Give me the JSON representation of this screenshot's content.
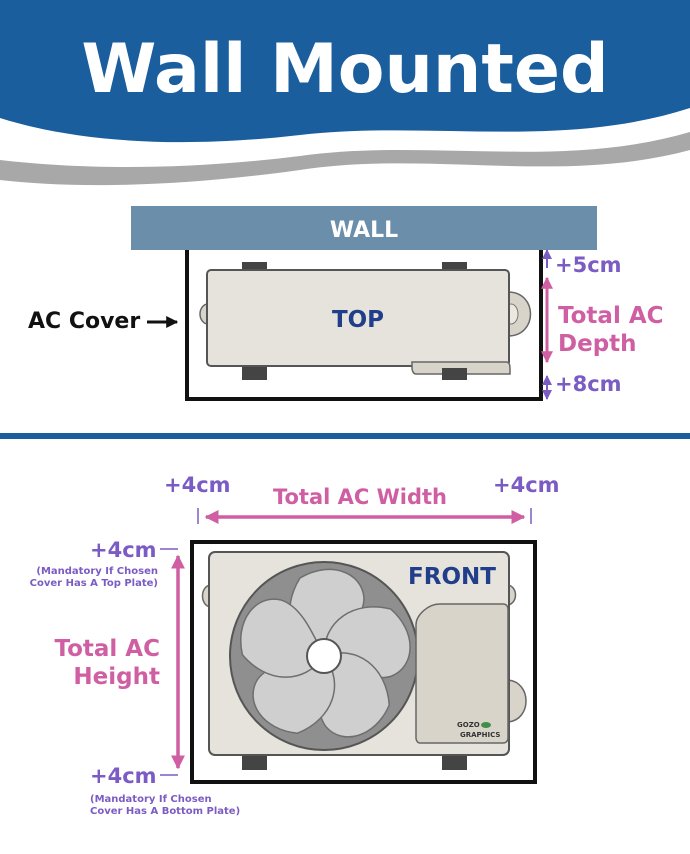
{
  "header": {
    "title": "Wall Mounted"
  },
  "top_view": {
    "wall_label": "WALL",
    "view_label": "TOP",
    "cover_label": "AC Cover",
    "gap_top": "+5cm",
    "depth_label_line1": "Total AC",
    "depth_label_line2": "Depth",
    "gap_bottom": "+8cm"
  },
  "front_view": {
    "gap_left": "+4cm",
    "width_label": "Total AC Width",
    "gap_right": "+4cm",
    "gap_top": "+4cm",
    "note_top_line1": "(Mandatory If Chosen",
    "note_top_line2": "Cover Has A Top Plate)",
    "height_label_line1": "Total AC",
    "height_label_line2": "Height",
    "gap_bottom": "+4cm",
    "note_bottom_line1": "(Mandatory If Chosen",
    "note_bottom_line2": "Cover Has A Bottom Plate)",
    "view_label": "FRONT",
    "logo_line1": "GOZO",
    "logo_line2": "GRAPHICS"
  },
  "colors": {
    "header_blue": "#1a5e9e",
    "wall_steel": "#6b8eaa",
    "purple": "#7b5cc4",
    "magenta": "#cf5fa2",
    "navy": "#203e8a",
    "unit_fill": "#e6e3dd"
  }
}
